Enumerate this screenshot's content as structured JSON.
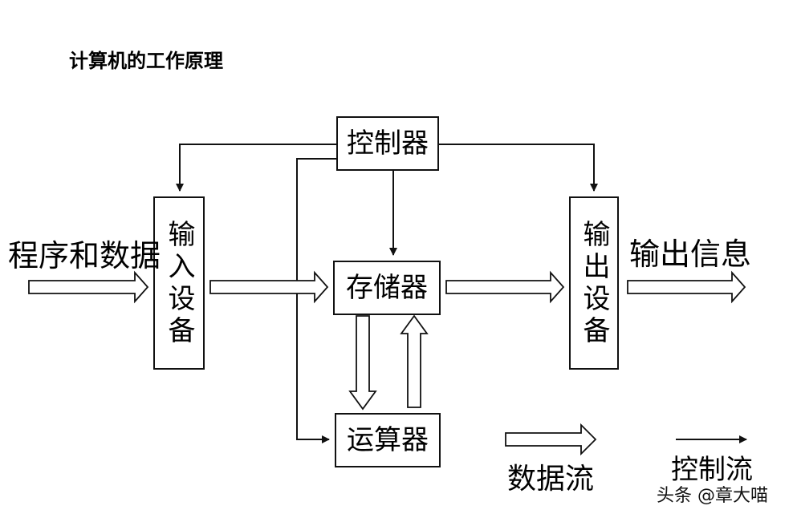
{
  "title": "计算机的工作原理",
  "nodes": {
    "controller": "控制器",
    "memory": "存储器",
    "alu": "运算器",
    "input_device": "输入设备",
    "output_device": "输出设备"
  },
  "labels": {
    "program_and_data": "程序和数据",
    "output_info": "输出信息"
  },
  "legend": {
    "data_flow": "数据流",
    "control_flow": "控制流"
  },
  "watermark": "头条 @章大喵"
}
